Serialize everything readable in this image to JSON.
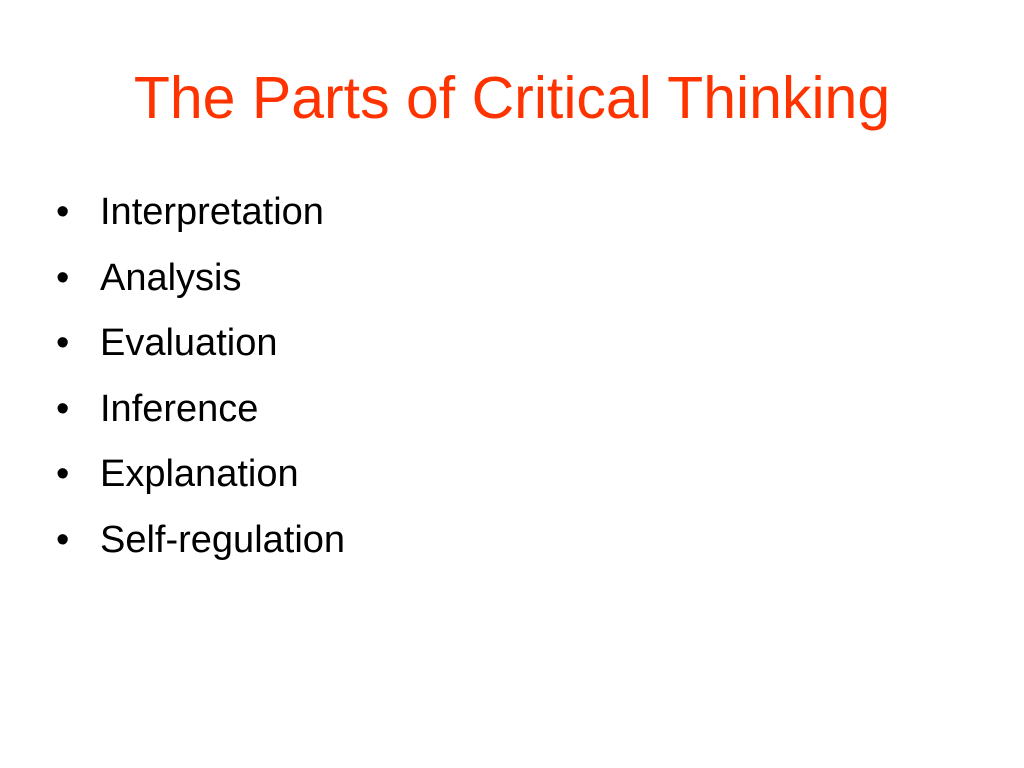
{
  "slide": {
    "title": "The Parts of Critical Thinking",
    "title_color": "#ff3300",
    "text_color": "#000000",
    "background_color": "#ffffff",
    "bullet_glyph": "•",
    "bullets": [
      "Interpretation",
      "Analysis",
      "Evaluation",
      "Inference",
      "Explanation",
      "Self-regulation"
    ]
  }
}
